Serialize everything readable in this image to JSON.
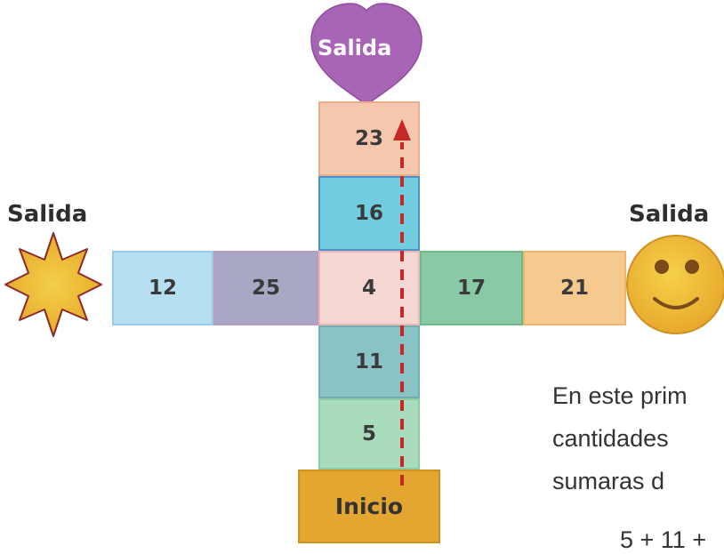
{
  "board": {
    "vertical_cells": [
      "23",
      "16",
      "4",
      "11",
      "5"
    ],
    "horizontal_cells": [
      "12",
      "25",
      "4",
      "17",
      "21"
    ],
    "start_label": "Inicio",
    "exit_top_label": "Salida",
    "exit_left_label": "Salida",
    "exit_right_label": "Salida"
  },
  "text": {
    "line1": "En este prim",
    "line2": "cantidades",
    "line3": "sumaras d",
    "line4": "5 + 11 +"
  },
  "colors": {
    "heart": "#a865b6",
    "sun": "#f0c038",
    "smiley": "#f1c234",
    "arrow": "#c62828"
  }
}
